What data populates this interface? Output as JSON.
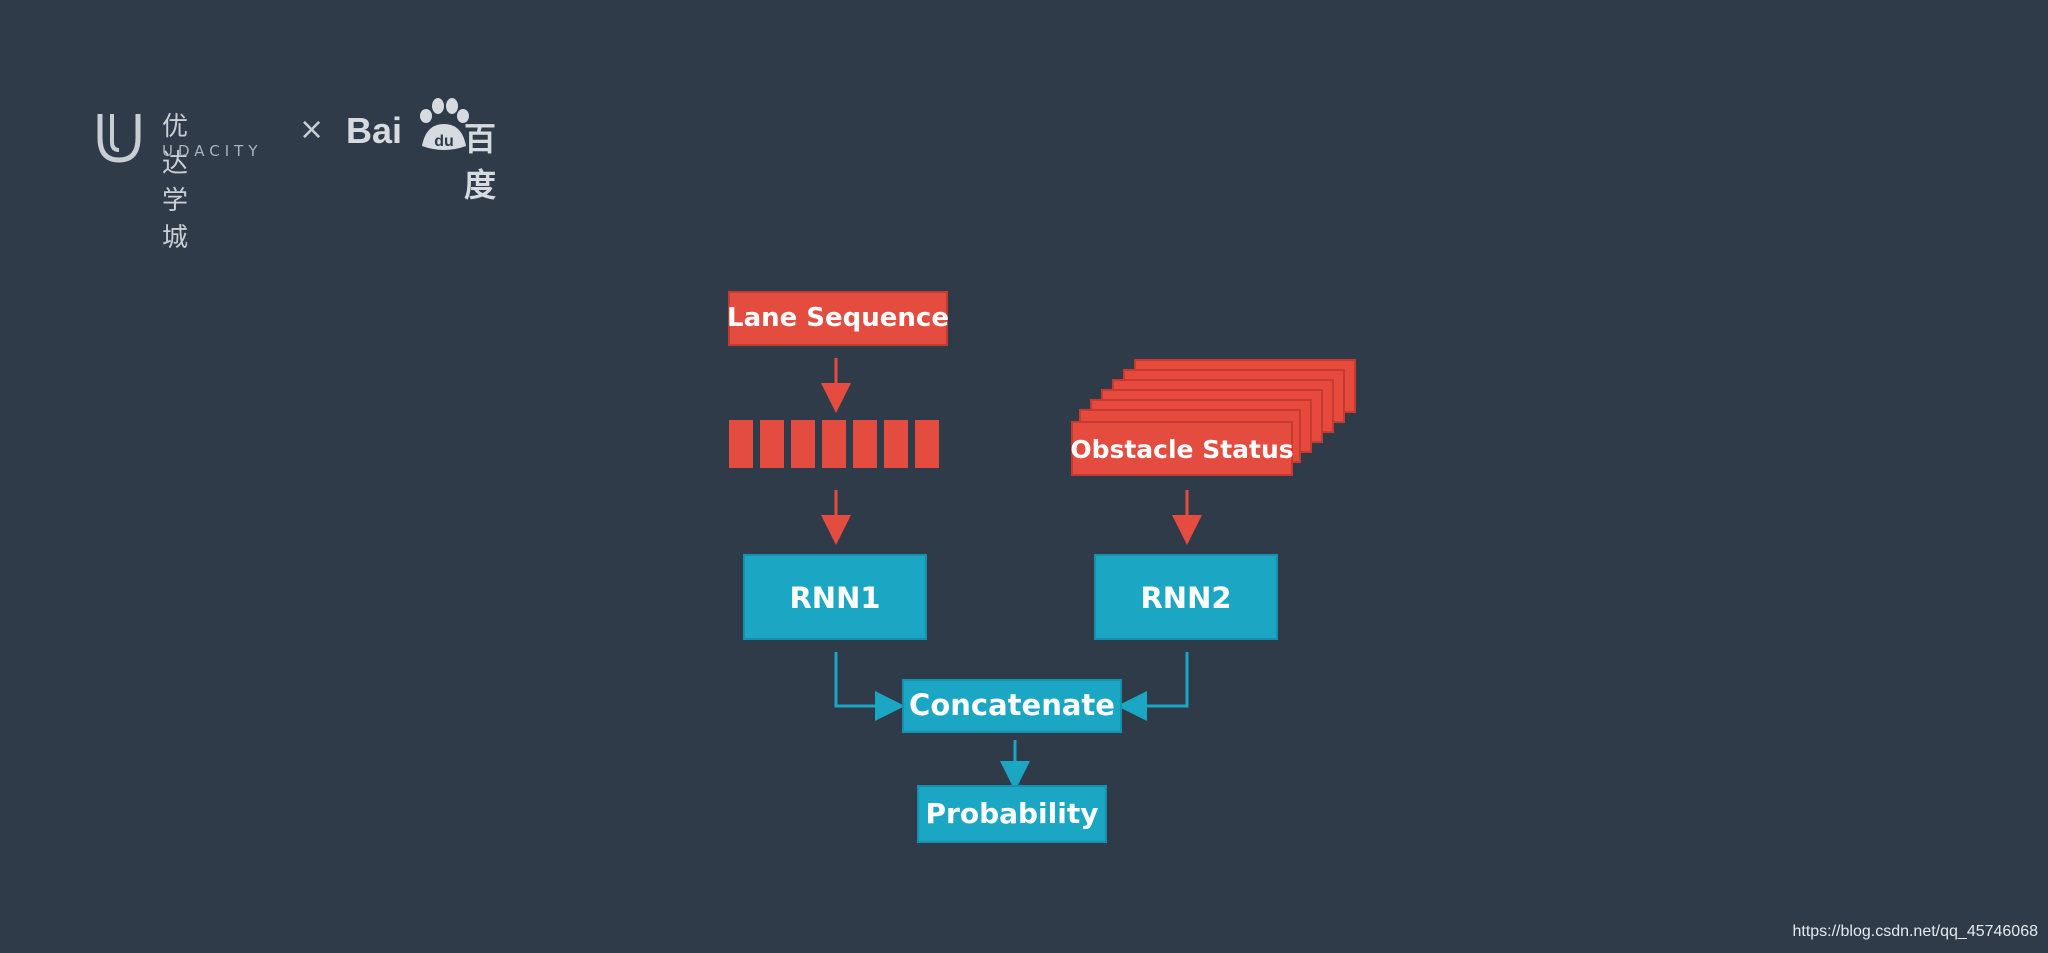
{
  "logo": {
    "udacity_cn": "优达学城",
    "udacity_en": "UDACITY",
    "separator": "×",
    "baidu_en": "Bai",
    "baidu_paw": "du",
    "baidu_cn": "百度"
  },
  "diagram": {
    "lane_sequence": "Lane Sequence",
    "obstacle_status": "Obstacle Status",
    "rnn1": "RNN1",
    "rnn2": "RNN2",
    "concatenate": "Concatenate",
    "probability": "Probability"
  },
  "colors": {
    "background": "#2f3b48",
    "red": "#e44c3f",
    "teal": "#1ba6c4"
  },
  "watermark": "https://blog.csdn.net/qq_45746068"
}
